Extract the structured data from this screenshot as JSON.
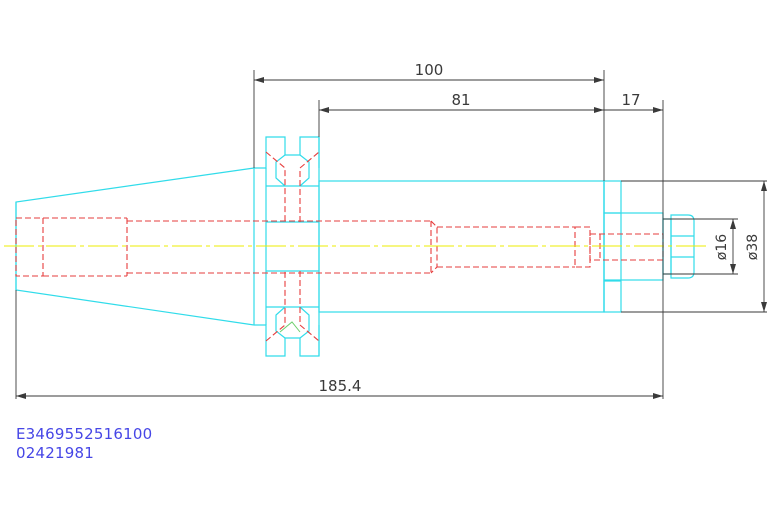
{
  "dimensions": {
    "total_length": "185.4",
    "flange_to_end": "100",
    "body_length": "81",
    "nose_length": "17",
    "bore_diameter": "ø16",
    "outer_diameter": "ø38"
  },
  "part_info": {
    "code": "E3469552516100",
    "serial": "02421981"
  },
  "colors": {
    "outline": "#31dcea",
    "hidden": "#e63c3c",
    "centerline": "#ecec00",
    "dimension": "#3a3a3a",
    "text_blue": "#4646e6"
  }
}
